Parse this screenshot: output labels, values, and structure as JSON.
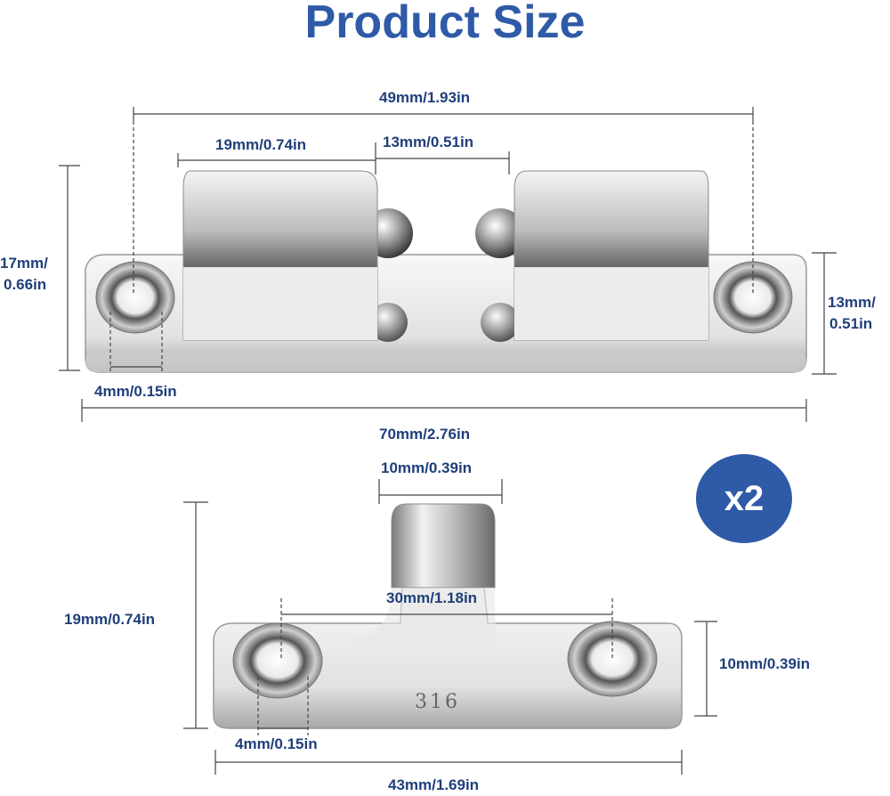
{
  "title": "Product Size",
  "badge": "x2",
  "stamp": "316",
  "top_part": {
    "hole_span": "49mm/1.93in",
    "block_width": "19mm/0.74in",
    "gap_width": "13mm/0.51in",
    "total_height_line1": "17mm/",
    "total_height_line2": "0.66in",
    "base_height_line1": "13mm/",
    "base_height_line2": "0.51in",
    "hole_diameter": "4mm/0.15in",
    "total_length": "70mm/2.76in"
  },
  "bottom_part": {
    "post_width": "10mm/0.39in",
    "total_height": "19mm/0.74in",
    "hole_span": "30mm/1.18in",
    "base_height": "10mm/0.39in",
    "hole_diameter": "4mm/0.15in",
    "total_length": "43mm/1.69in"
  },
  "colors": {
    "title": "#2e5aa7",
    "label": "#1f3f7a",
    "badge": "#2e5aa7"
  }
}
